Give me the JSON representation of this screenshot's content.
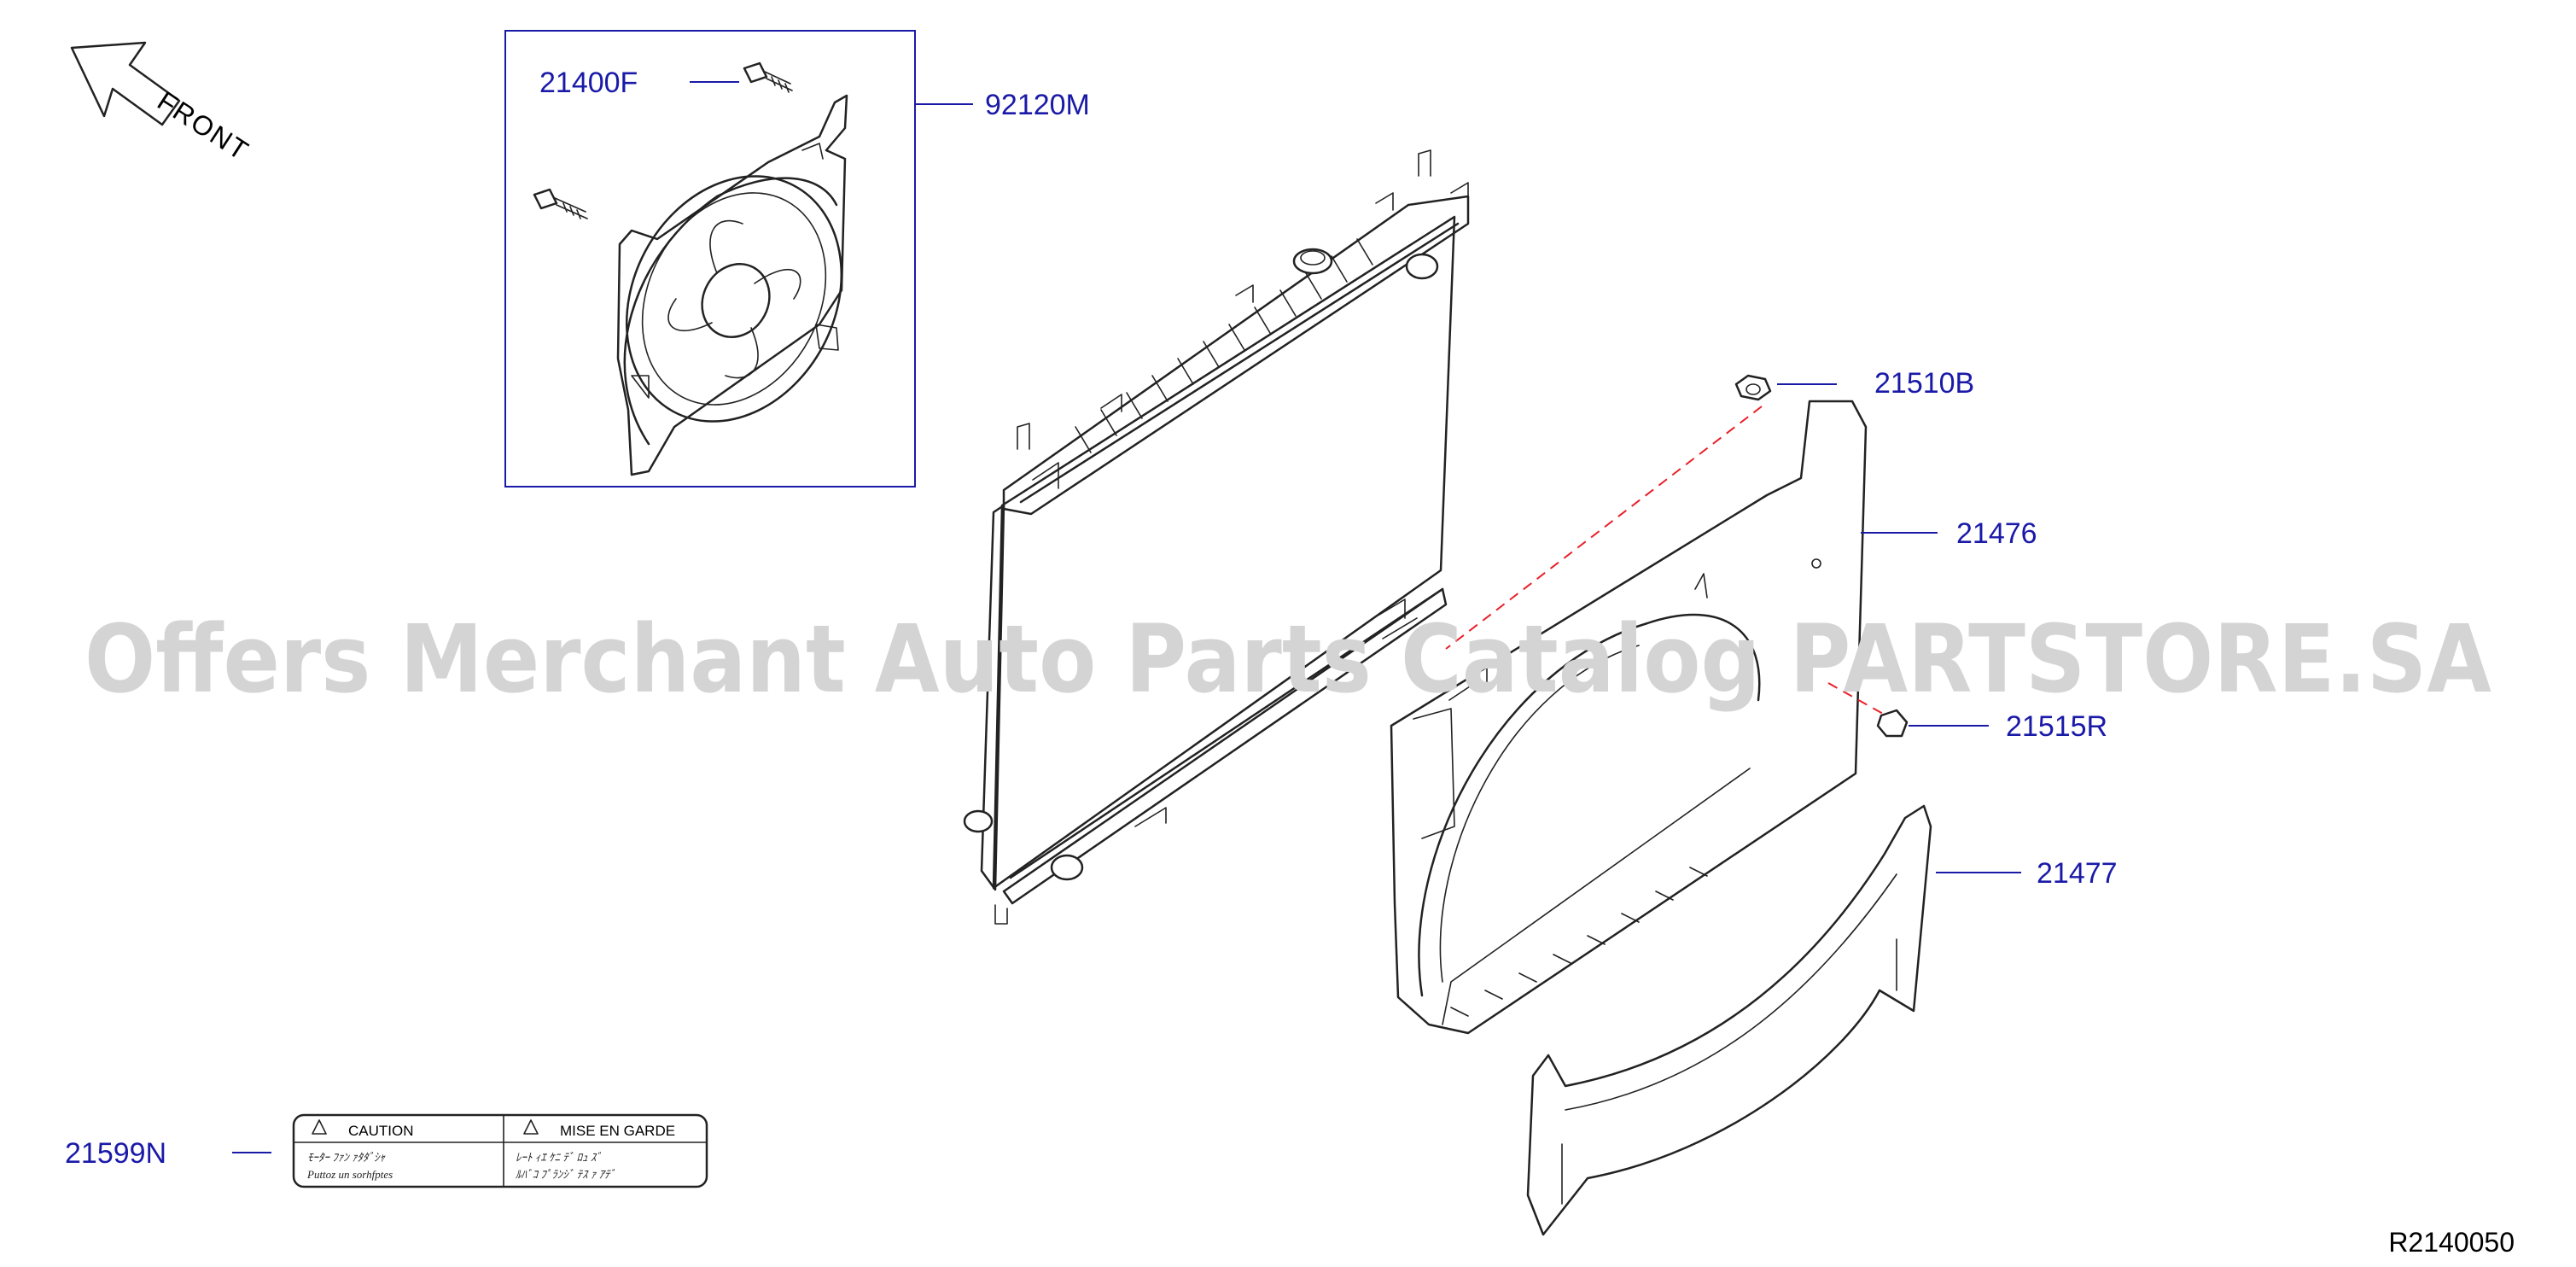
{
  "diagram": {
    "front_label": "FRONT",
    "reference_code": "R2140050",
    "watermark": "Offers Merchant Auto Parts Catalog PARTSTORE.SA",
    "colors": {
      "label": "#1a1aa8",
      "leader": "#1a1aa8",
      "dashed_guide": "#e8202a",
      "linework": "#222222",
      "watermark": "#d4d4d4"
    },
    "parts": [
      {
        "id": "21400F",
        "label": "21400F",
        "description": "bolt"
      },
      {
        "id": "92120M",
        "label": "92120M",
        "description": "motor & fan assembly"
      },
      {
        "id": "21510B",
        "label": "21510B",
        "description": "nut"
      },
      {
        "id": "21476",
        "label": "21476",
        "description": "shroud upper"
      },
      {
        "id": "21515R",
        "label": "21515R",
        "description": "clip"
      },
      {
        "id": "21477",
        "label": "21477",
        "description": "shroud lower"
      },
      {
        "id": "21599N",
        "label": "21599N",
        "description": "caution label"
      }
    ],
    "caution_label": {
      "left_heading": "CAUTION",
      "right_heading": "MISE   EN   GARDE",
      "left_line1": "ﾓｰﾀｰ ﾌｧﾝ ｧﾀﾀﾞｼｬ",
      "left_line2": "Puttoz un sorhfptes",
      "right_line1": "ﾚｰﾄ ｨｴ ｹﾆ ﾃﾞ ﾛｭ ｽﾞ",
      "right_line2": "ﾙﾊﾞｺ ﾌﾟﾗﾝｼﾞ ﾃｽ ｧ ｱﾃﾞ"
    }
  }
}
